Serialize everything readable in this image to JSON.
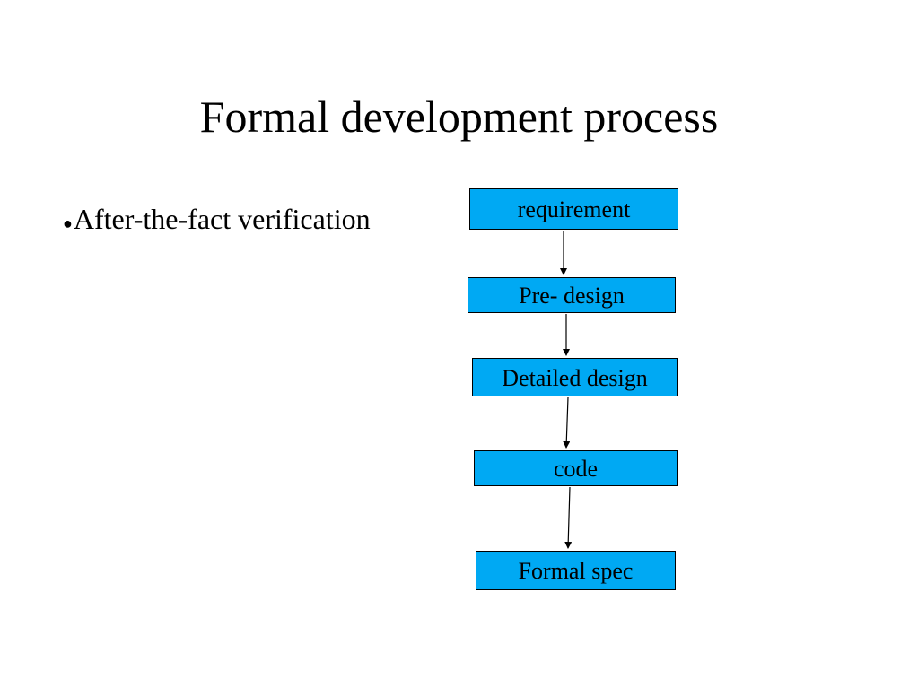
{
  "slide": {
    "title": "Formal development process",
    "bullets": [
      {
        "marker": "●",
        "text": "After-the-fact verification"
      }
    ]
  },
  "flowchart": {
    "box_color": "#00a9f3",
    "border_color": "#000000",
    "steps": [
      {
        "label": "requirement"
      },
      {
        "label": "Pre- design"
      },
      {
        "label": "Detailed design"
      },
      {
        "label": "code"
      },
      {
        "label": "Formal spec"
      }
    ],
    "connections": [
      {
        "from": "requirement",
        "to": "Pre- design"
      },
      {
        "from": "Pre- design",
        "to": "Detailed design"
      },
      {
        "from": "Detailed design",
        "to": "code"
      },
      {
        "from": "code",
        "to": "Formal spec"
      }
    ]
  }
}
